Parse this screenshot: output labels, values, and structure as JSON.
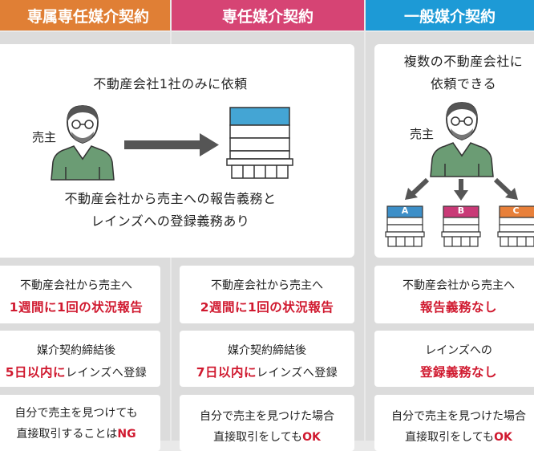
{
  "headers": {
    "exclusive_dedicated": "専属専任媒介契約",
    "dedicated": "専任媒介契約",
    "general": "一般媒介契約"
  },
  "colors": {
    "exclusive_header": "#e07f35",
    "dedicated_header": "#d64474",
    "general_header": "#1d9ad6",
    "accent_red": "#d0192f",
    "building_blue": "#44a5d4",
    "company_a": "#3d8fc8",
    "company_b": "#c93a77",
    "company_c": "#e8803a"
  },
  "dedicated_panel": {
    "title": "不動産会社1社のみに依頼",
    "seller_label": "売主",
    "note_line1": "不動産会社から売主への報告義務と",
    "note_line2": "レインズへの登録義務あり"
  },
  "general_panel": {
    "title_line1": "複数の不動産会社に",
    "title_line2": "依頼できる",
    "seller_label": "売主",
    "companies": [
      "A",
      "B",
      "C"
    ]
  },
  "exclusive_boxes": {
    "report_l1": "不動産会社から売主へ",
    "report_l2": "1週間に1回の状況報告",
    "reins_l1": "媒介契約締結後",
    "reins_red": "5日以内に",
    "reins_rest": "レインズへ登録",
    "self_l1": "自分で売主を見つけても",
    "self_l2a": "直接取引することは",
    "self_l2b": "NG"
  },
  "dedicated_boxes": {
    "report_l1": "不動産会社から売主へ",
    "report_l2": "2週間に1回の状況報告",
    "reins_l1": "媒介契約締結後",
    "reins_red": "7日以内に",
    "reins_rest": "レインズへ登録",
    "self_l1": "自分で売主を見つけた場合",
    "self_l2a": "直接取引をしても",
    "self_l2b": "OK"
  },
  "general_boxes": {
    "report_l1": "不動産会社から売主へ",
    "report_l2": "報告義務なし",
    "reins_l1": "レインズへの",
    "reins_l2": "登録義務なし",
    "self_l1": "自分で売主を見つけた場合",
    "self_l2a": "直接取引をしても",
    "self_l2b": "OK"
  }
}
